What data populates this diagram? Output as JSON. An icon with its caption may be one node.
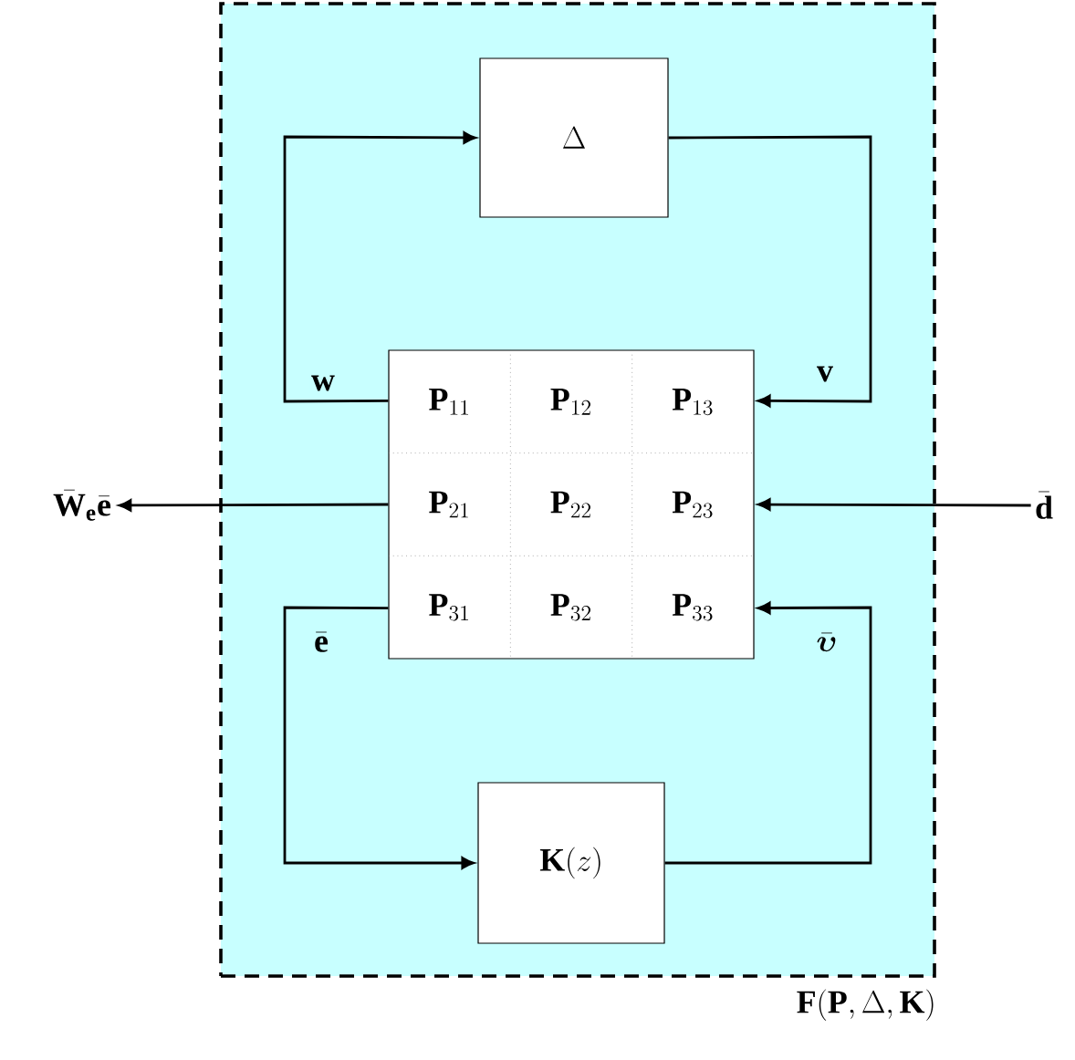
{
  "diagram": {
    "nodes": [
      {
        "text": [
          "\\mathbf{F}(\\mathbf{P},\\Delta,\\mathbf{K})"
        ]
      },
      {
        "text": [
          "\\Delta"
        ],
        "in": 0
      },
      {
        "text": [
          "\\mathbf{P}_{11}",
          "\\mathbf{P}_{12}",
          "\\mathbf{P}_{13}",
          "\\mathbf{P}_{21}",
          "\\mathbf{P}_{22}",
          "\\mathbf{P}_{23}",
          "\\mathbf{P}_{31}",
          "\\mathbf{P}_{32}",
          "\\mathbf{P}_{33}"
        ],
        "in": 0
      },
      {
        "text": [
          "\\mathbf{K}(z)"
        ],
        "in": 0
      },
      {
        "text": [
          "\\bar{\\mathbf{W}}_{\\mathbf{e}}\\bar{\\mathbf{e}}"
        ]
      },
      {
        "text": [
          "\\bar{\\mathbf{d}}"
        ]
      }
    ],
    "edges": [
      {
        "from": 2,
        "to": 1,
        "arrow": "to",
        "label": "\\mathbf{w}"
      },
      {
        "from": 1,
        "to": 2,
        "arrow": "to",
        "label": "\\mathbf{v}"
      },
      {
        "from": 2,
        "to": 4,
        "arrow": "to"
      },
      {
        "from": 5,
        "to": 2,
        "arrow": "to"
      },
      {
        "from": 2,
        "to": 3,
        "arrow": "to",
        "label": "\\bar{\\mathbf{e}}"
      },
      {
        "from": 3,
        "to": 2,
        "arrow": "to",
        "label": "\\bar{\\boldsymbol{\\upsilon}}"
      }
    ]
  }
}
